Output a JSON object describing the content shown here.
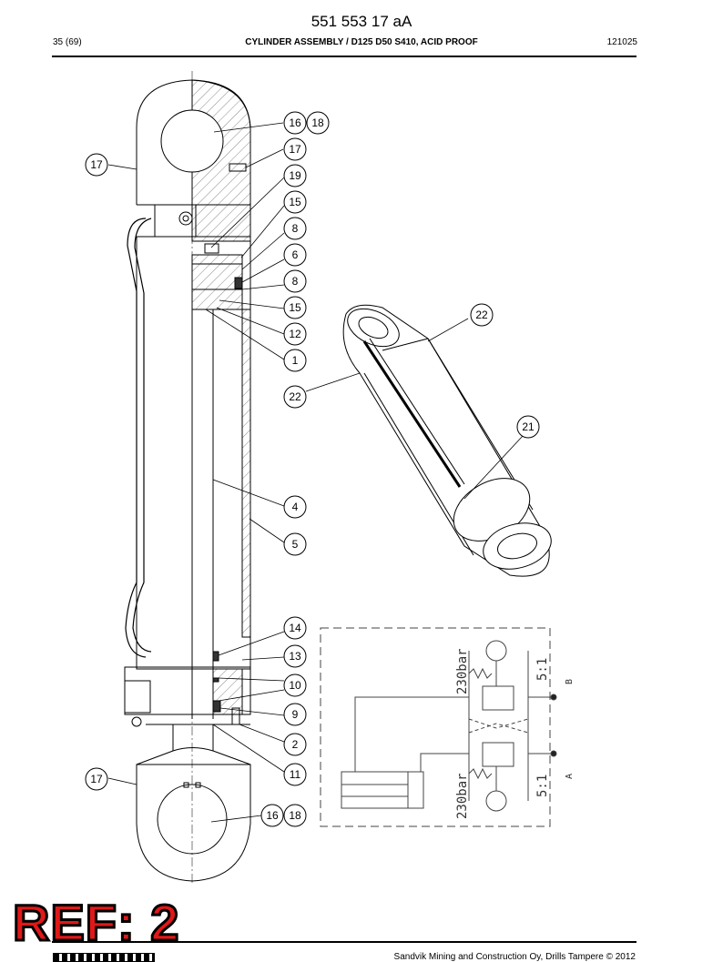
{
  "header": {
    "doc_number": "551 553 17 aA",
    "page": "35 (69)",
    "title": "CYLINDER ASSEMBLY / D125 D50 S410, ACID PROOF",
    "date_code": "121025"
  },
  "footer": {
    "copyright": "Sandvik Mining and Construction Oy, Drills Tampere © 2012"
  },
  "stamp": {
    "text": "REF: 2",
    "color": "#e01818"
  },
  "callouts": {
    "c1": "16",
    "c2": "18",
    "c3": "17",
    "c4": "17",
    "c5": "19",
    "c6": "15",
    "c7": "8",
    "c8": "6",
    "c9": "8",
    "c10": "15",
    "c11": "12",
    "c12": "1",
    "c13": "22",
    "c14": "22",
    "c15": "21",
    "c16": "4",
    "c17": "5",
    "c18": "14",
    "c19": "13",
    "c20": "10",
    "c21": "9",
    "c22": "2",
    "c23": "11",
    "c24": "17",
    "c25": "16",
    "c26": "18"
  },
  "schematic": {
    "pressure_top": "230bar",
    "pressure_bottom": "230bar",
    "ratio_top": "5:1",
    "ratio_bottom": "5:1",
    "port_b": "B",
    "port_a": "A"
  }
}
